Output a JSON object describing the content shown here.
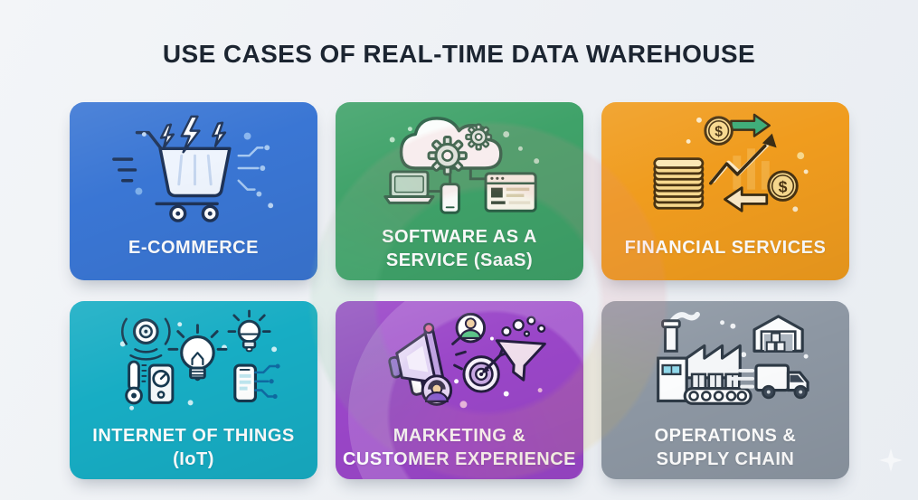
{
  "page": {
    "title": "USE CASES OF REAL-TIME DATA WAREHOUSE",
    "title_color": "#1c2531",
    "background_color": "#edf0f4"
  },
  "cards": [
    {
      "label": "E-COMMERCE",
      "lines": [
        "E-COMMERCE"
      ],
      "color": "#3a76d4",
      "icon": "shopping-cart-icon"
    },
    {
      "label": "SOFTWARE AS A SERVICE (SaaS)",
      "lines": [
        "SOFTWARE AS A",
        "SERVICE (SaaS)"
      ],
      "color": "#3fa269",
      "icon": "cloud-gears-icon"
    },
    {
      "label": "FINANCIAL SERVICES",
      "lines": [
        "FINANCIAL SERVICES"
      ],
      "color": "#f09c1e",
      "icon": "finance-coins-chart-icon"
    },
    {
      "label": "INTERNET OF THINGS (IoT)",
      "lines": [
        "INTERNET OF THINGS",
        "(IoT)"
      ],
      "color": "#17adc4",
      "icon": "iot-devices-icon"
    },
    {
      "label": "MARKETING & CUSTOMER EXPERIENCE",
      "lines": [
        "MARKETING &",
        "CUSTOMER EXPERIENCE"
      ],
      "color": "#9a46c8",
      "icon": "marketing-funnel-target-icon"
    },
    {
      "label": "OPERATIONS & SUPPLY CHAIN",
      "lines": [
        "OPERATIONS &",
        "SUPPLY CHAIN"
      ],
      "color": "#8d97a3",
      "icon": "factory-logistics-icon"
    }
  ]
}
